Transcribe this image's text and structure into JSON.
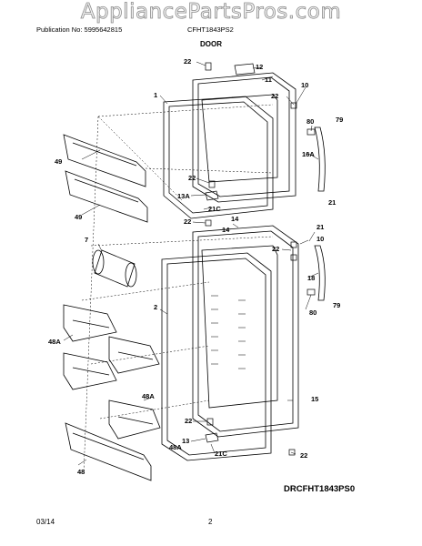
{
  "watermark": "AppliancePartsPros.com",
  "header": {
    "publication": "Publication No: 5995642815",
    "model": "CFHT1843PS2"
  },
  "section_title": "DOOR",
  "diagram_code": "DRCFHT1843PS0",
  "footer": {
    "date": "03/14",
    "page": "2"
  },
  "callouts": {
    "c22a": "22",
    "c12": "12",
    "c11": "11",
    "c1": "1",
    "c10": "10",
    "c22b": "22",
    "c80a": "80",
    "c79a": "79",
    "c49a": "49",
    "c16a": "16A",
    "c22c": "22",
    "c13a": "13A",
    "c21a": "21",
    "c21c_a": "21C",
    "c49b": "49",
    "c14a": "14",
    "c22d": "22",
    "c14b": "14",
    "c21b": "21",
    "c10b": "10",
    "c7": "7",
    "c22e": "22",
    "c18": "18",
    "c2": "2",
    "c80b": "80",
    "c79b": "79",
    "c48a": "48A",
    "c48b": "48A",
    "c15": "15",
    "c48c": "48A",
    "c22f": "22",
    "c13": "13",
    "c21c_b": "21C",
    "c22g": "22",
    "c48": "48"
  }
}
